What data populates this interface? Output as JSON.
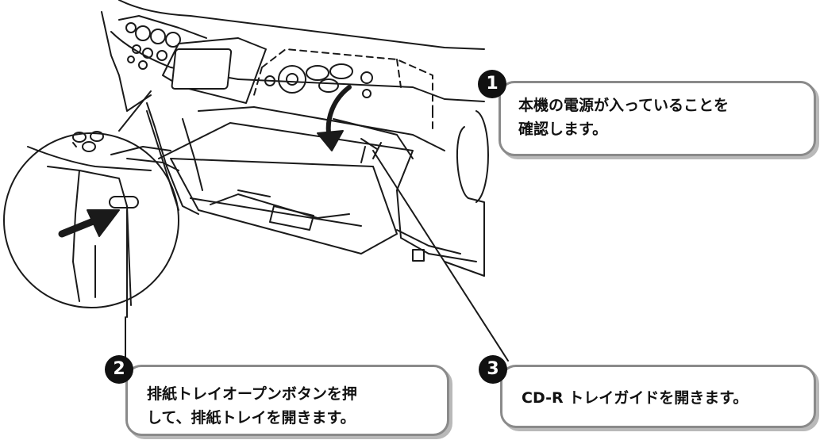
{
  "steps": [
    {
      "number": "1",
      "text": "本機の電源が入っていることを\n確認します。"
    },
    {
      "number": "2",
      "text": "排紙トレイオープンボタンを押\nして、排紙トレイを開きます。"
    },
    {
      "number": "3",
      "text": "CD-R トレイガイドを開きます。"
    }
  ],
  "colors": {
    "outline": "#1a1a1a",
    "callout_border": "#8a8a8a",
    "shadow": "#b9b9b9",
    "badge": "#111111"
  }
}
